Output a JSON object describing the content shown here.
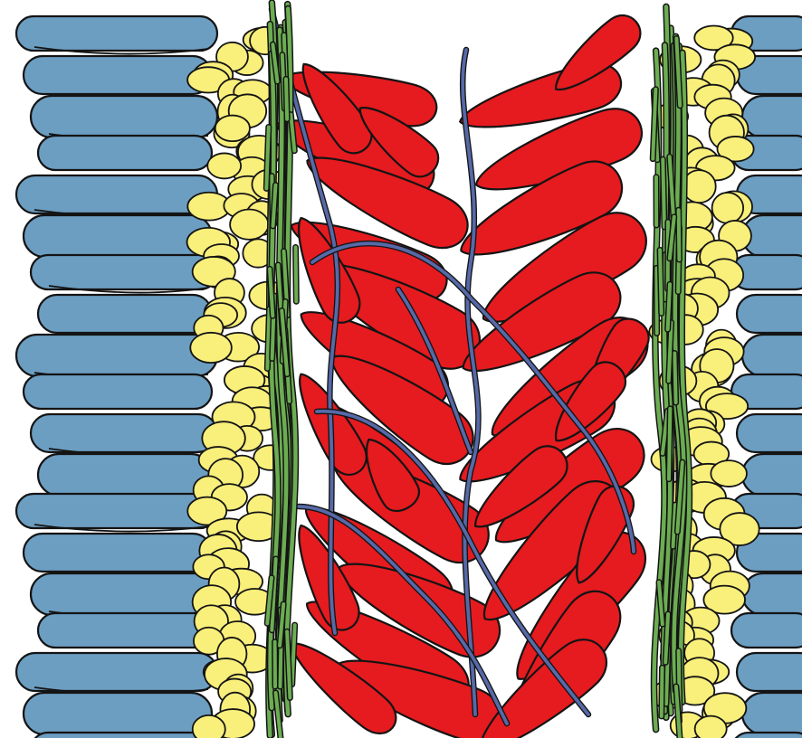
{
  "colors": {
    "background": "#ffffff",
    "outline": "#141414",
    "blue_lobe": "#6c9ec2",
    "yellow_blob": "#f9ef7b",
    "green_fiber": "#6cad52",
    "red_lobe": "#e51b1f",
    "dark_red_line": "#8b0a0c",
    "purple_strand": "#5669a8"
  },
  "layers": [
    {
      "key": "left_blue_stack",
      "icon": "blue-elongated-lobes"
    },
    {
      "key": "left_yellow_column",
      "icon": "yellow-rounded-blobs"
    },
    {
      "key": "left_green_bundle",
      "icon": "green-fibers"
    },
    {
      "key": "red_left",
      "icon": "red-teardrop-lobes"
    },
    {
      "key": "center_strands",
      "icon": "blue-purple-strands"
    },
    {
      "key": "red_right",
      "icon": "red-teardrop-lobes"
    },
    {
      "key": "right_green_bundle",
      "icon": "green-fibers"
    },
    {
      "key": "right_yellow_column",
      "icon": "yellow-rounded-blobs"
    },
    {
      "key": "right_blue_stack",
      "icon": "blue-elongated-lobes"
    }
  ]
}
